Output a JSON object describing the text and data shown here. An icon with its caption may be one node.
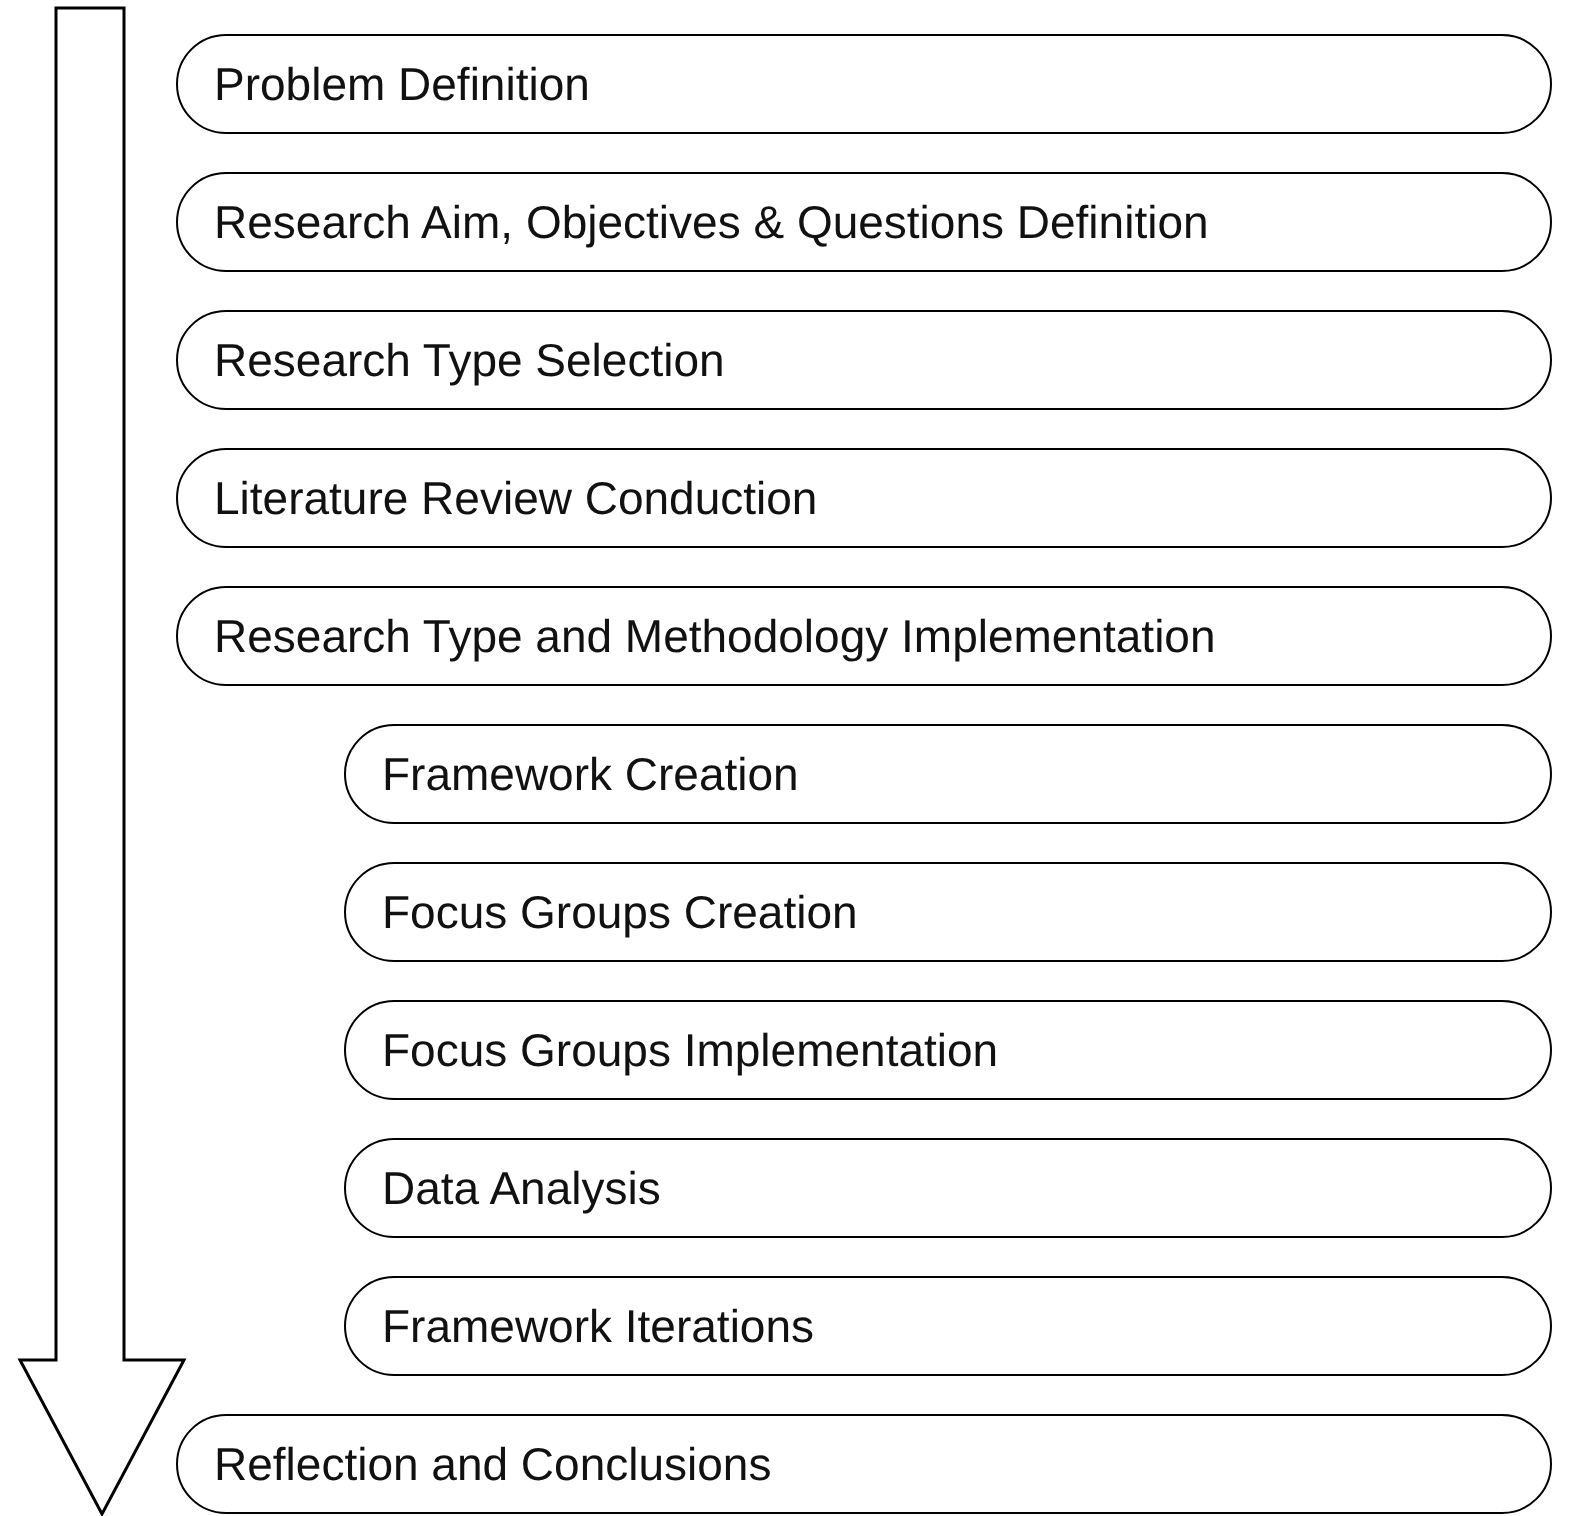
{
  "diagram": {
    "nodes": [
      {
        "text": [
          "Problem Definition"
        ]
      },
      {
        "text": [
          "Research Aim, Objectives & Questions Definition"
        ]
      },
      {
        "text": [
          "Research Type Selection"
        ]
      },
      {
        "text": [
          "Literature Review Conduction"
        ]
      },
      {
        "text": [
          "Research Type and Methodology Implementation"
        ]
      },
      {
        "text": [
          "Framework Creation"
        ]
      },
      {
        "text": [
          "Focus Groups Creation"
        ]
      },
      {
        "text": [
          "Focus Groups Implementation"
        ]
      },
      {
        "text": [
          "Data Analysis"
        ]
      },
      {
        "text": [
          "Framework Iterations"
        ]
      },
      {
        "text": [
          "Reflection and Conclusions"
        ]
      }
    ],
    "edges": []
  }
}
